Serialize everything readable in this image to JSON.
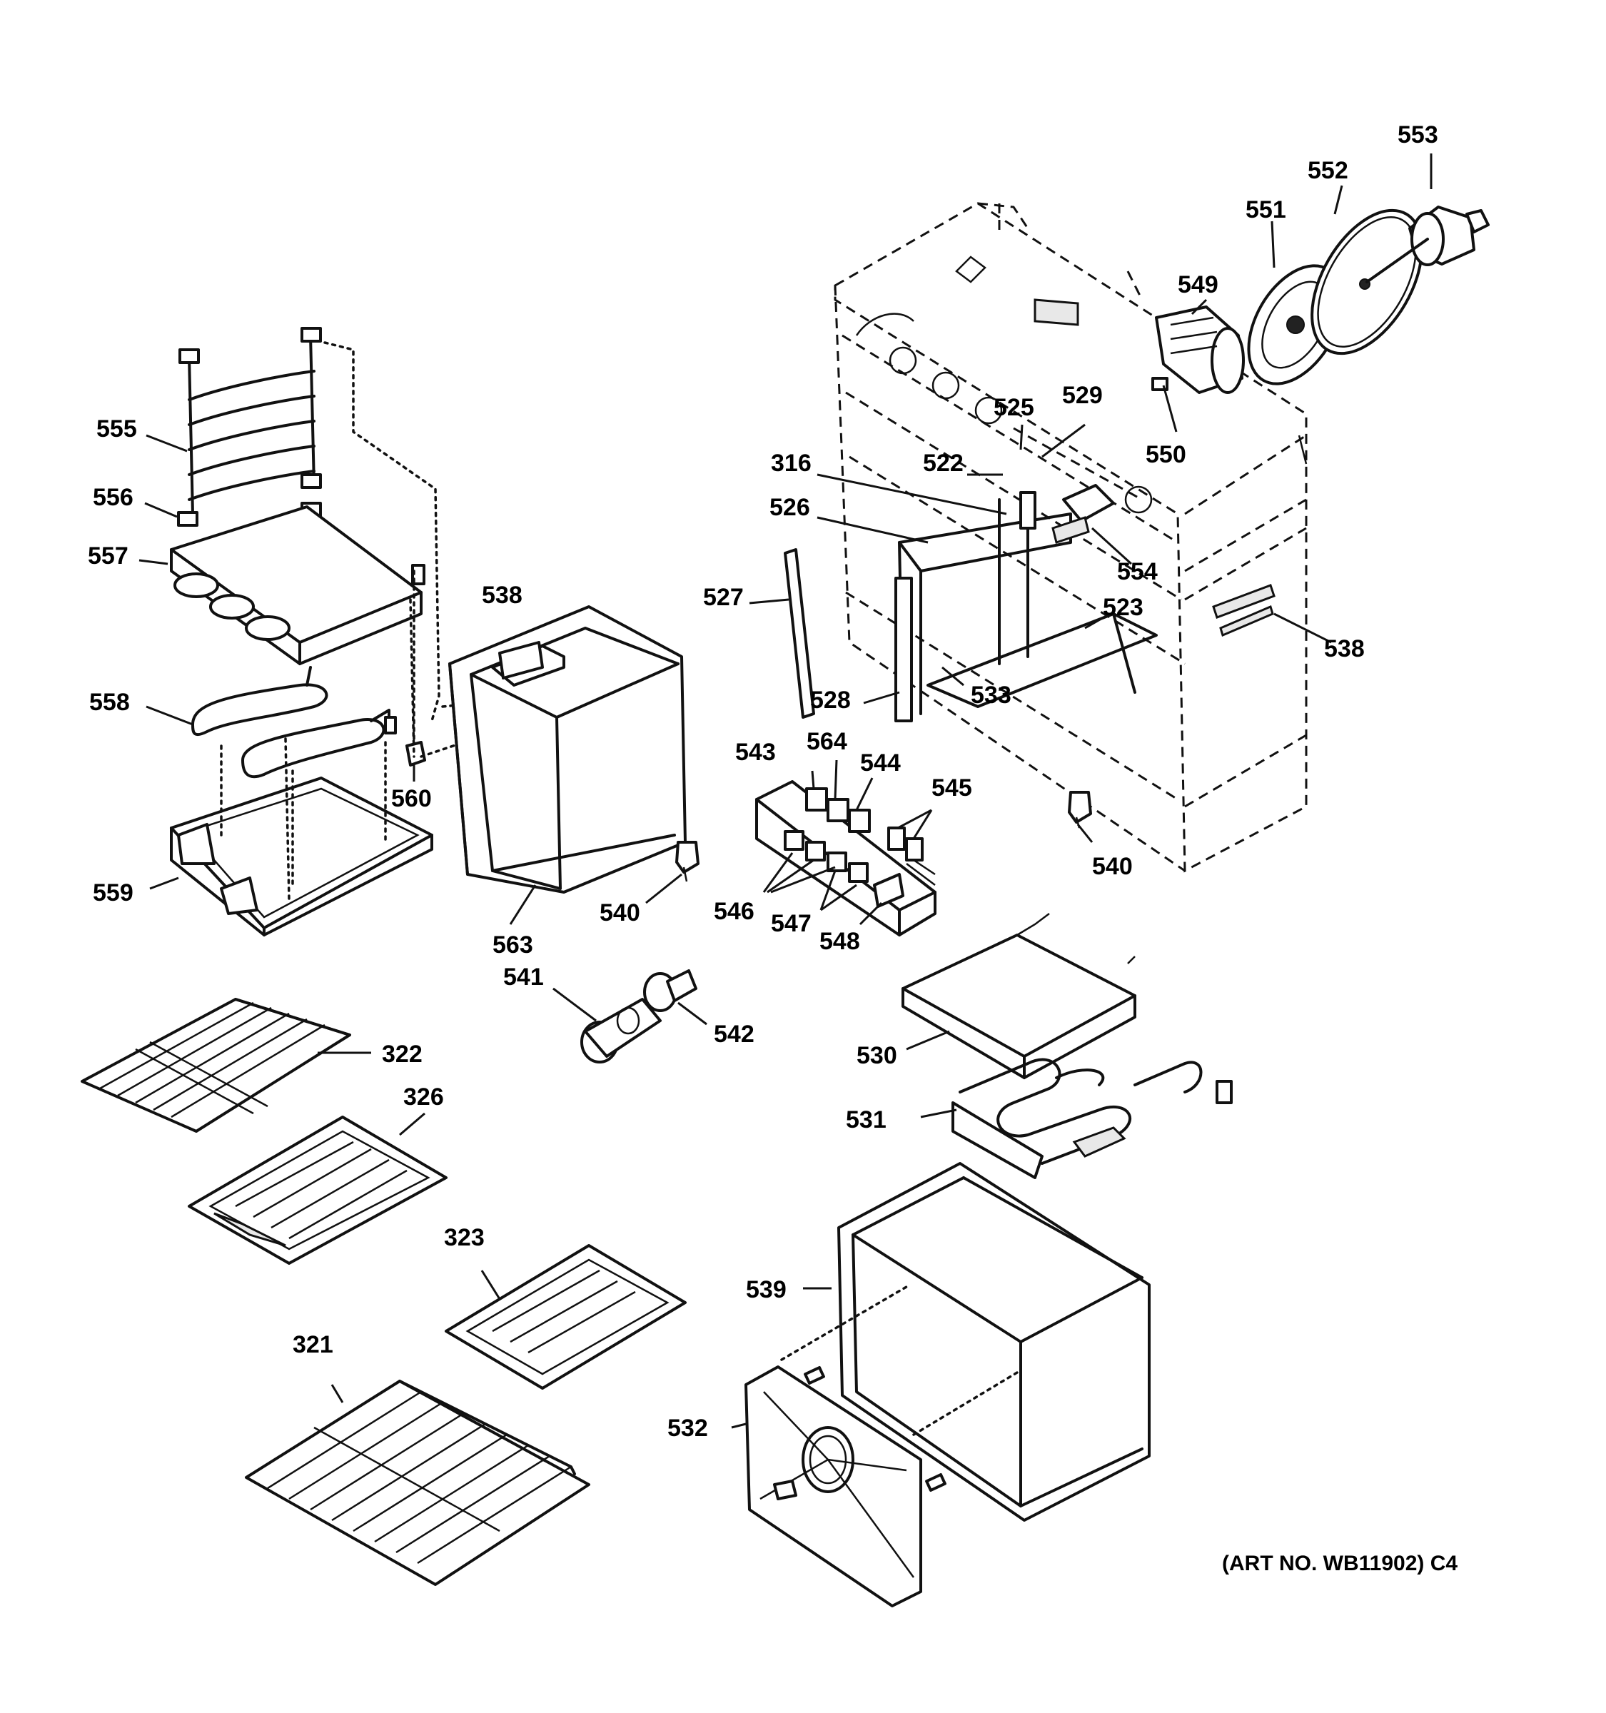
{
  "diagram": {
    "callouts": {
      "c553": "553",
      "c552": "552",
      "c551": "551",
      "c549": "549",
      "c550": "550",
      "c529": "529",
      "c525": "525",
      "c522": "522",
      "c316": "316",
      "c526": "526",
      "c554": "554",
      "c527": "527",
      "c523": "523",
      "c538a": "538",
      "c538b": "538",
      "c528": "528",
      "c533": "533",
      "c555": "555",
      "c556": "556",
      "c557": "557",
      "c558": "558",
      "c560": "560",
      "c559": "559",
      "c563": "563",
      "c540a": "540",
      "c540b": "540",
      "c543": "543",
      "c564": "564",
      "c544": "544",
      "c545": "545",
      "c546": "546",
      "c547": "547",
      "c548": "548",
      "c541": "541",
      "c542": "542",
      "c322": "322",
      "c326": "326",
      "c323": "323",
      "c321": "321",
      "c530": "530",
      "c531": "531",
      "c539": "539",
      "c532": "532"
    },
    "art_number": "(ART NO. WB11902) C4"
  }
}
